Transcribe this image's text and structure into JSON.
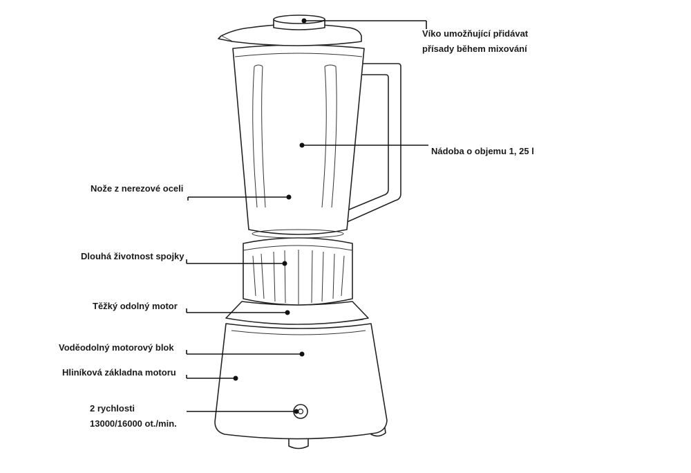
{
  "labels": {
    "lid_line1": "Víko umožňující přidávat",
    "lid_line2": "přísady během mixování",
    "jar": "Nádoba o objemu 1, 25 l",
    "blades": "Nože z nerezové oceli",
    "coupling": "Dlouhá životnost spojky",
    "motor": "Těžký odolný motor",
    "motor_block": "Voděodolný motorový blok",
    "base": "Hliníková základna motoru",
    "speeds_line1": "2 rychlosti",
    "speeds_line2": "13000/16000 ot./min."
  }
}
